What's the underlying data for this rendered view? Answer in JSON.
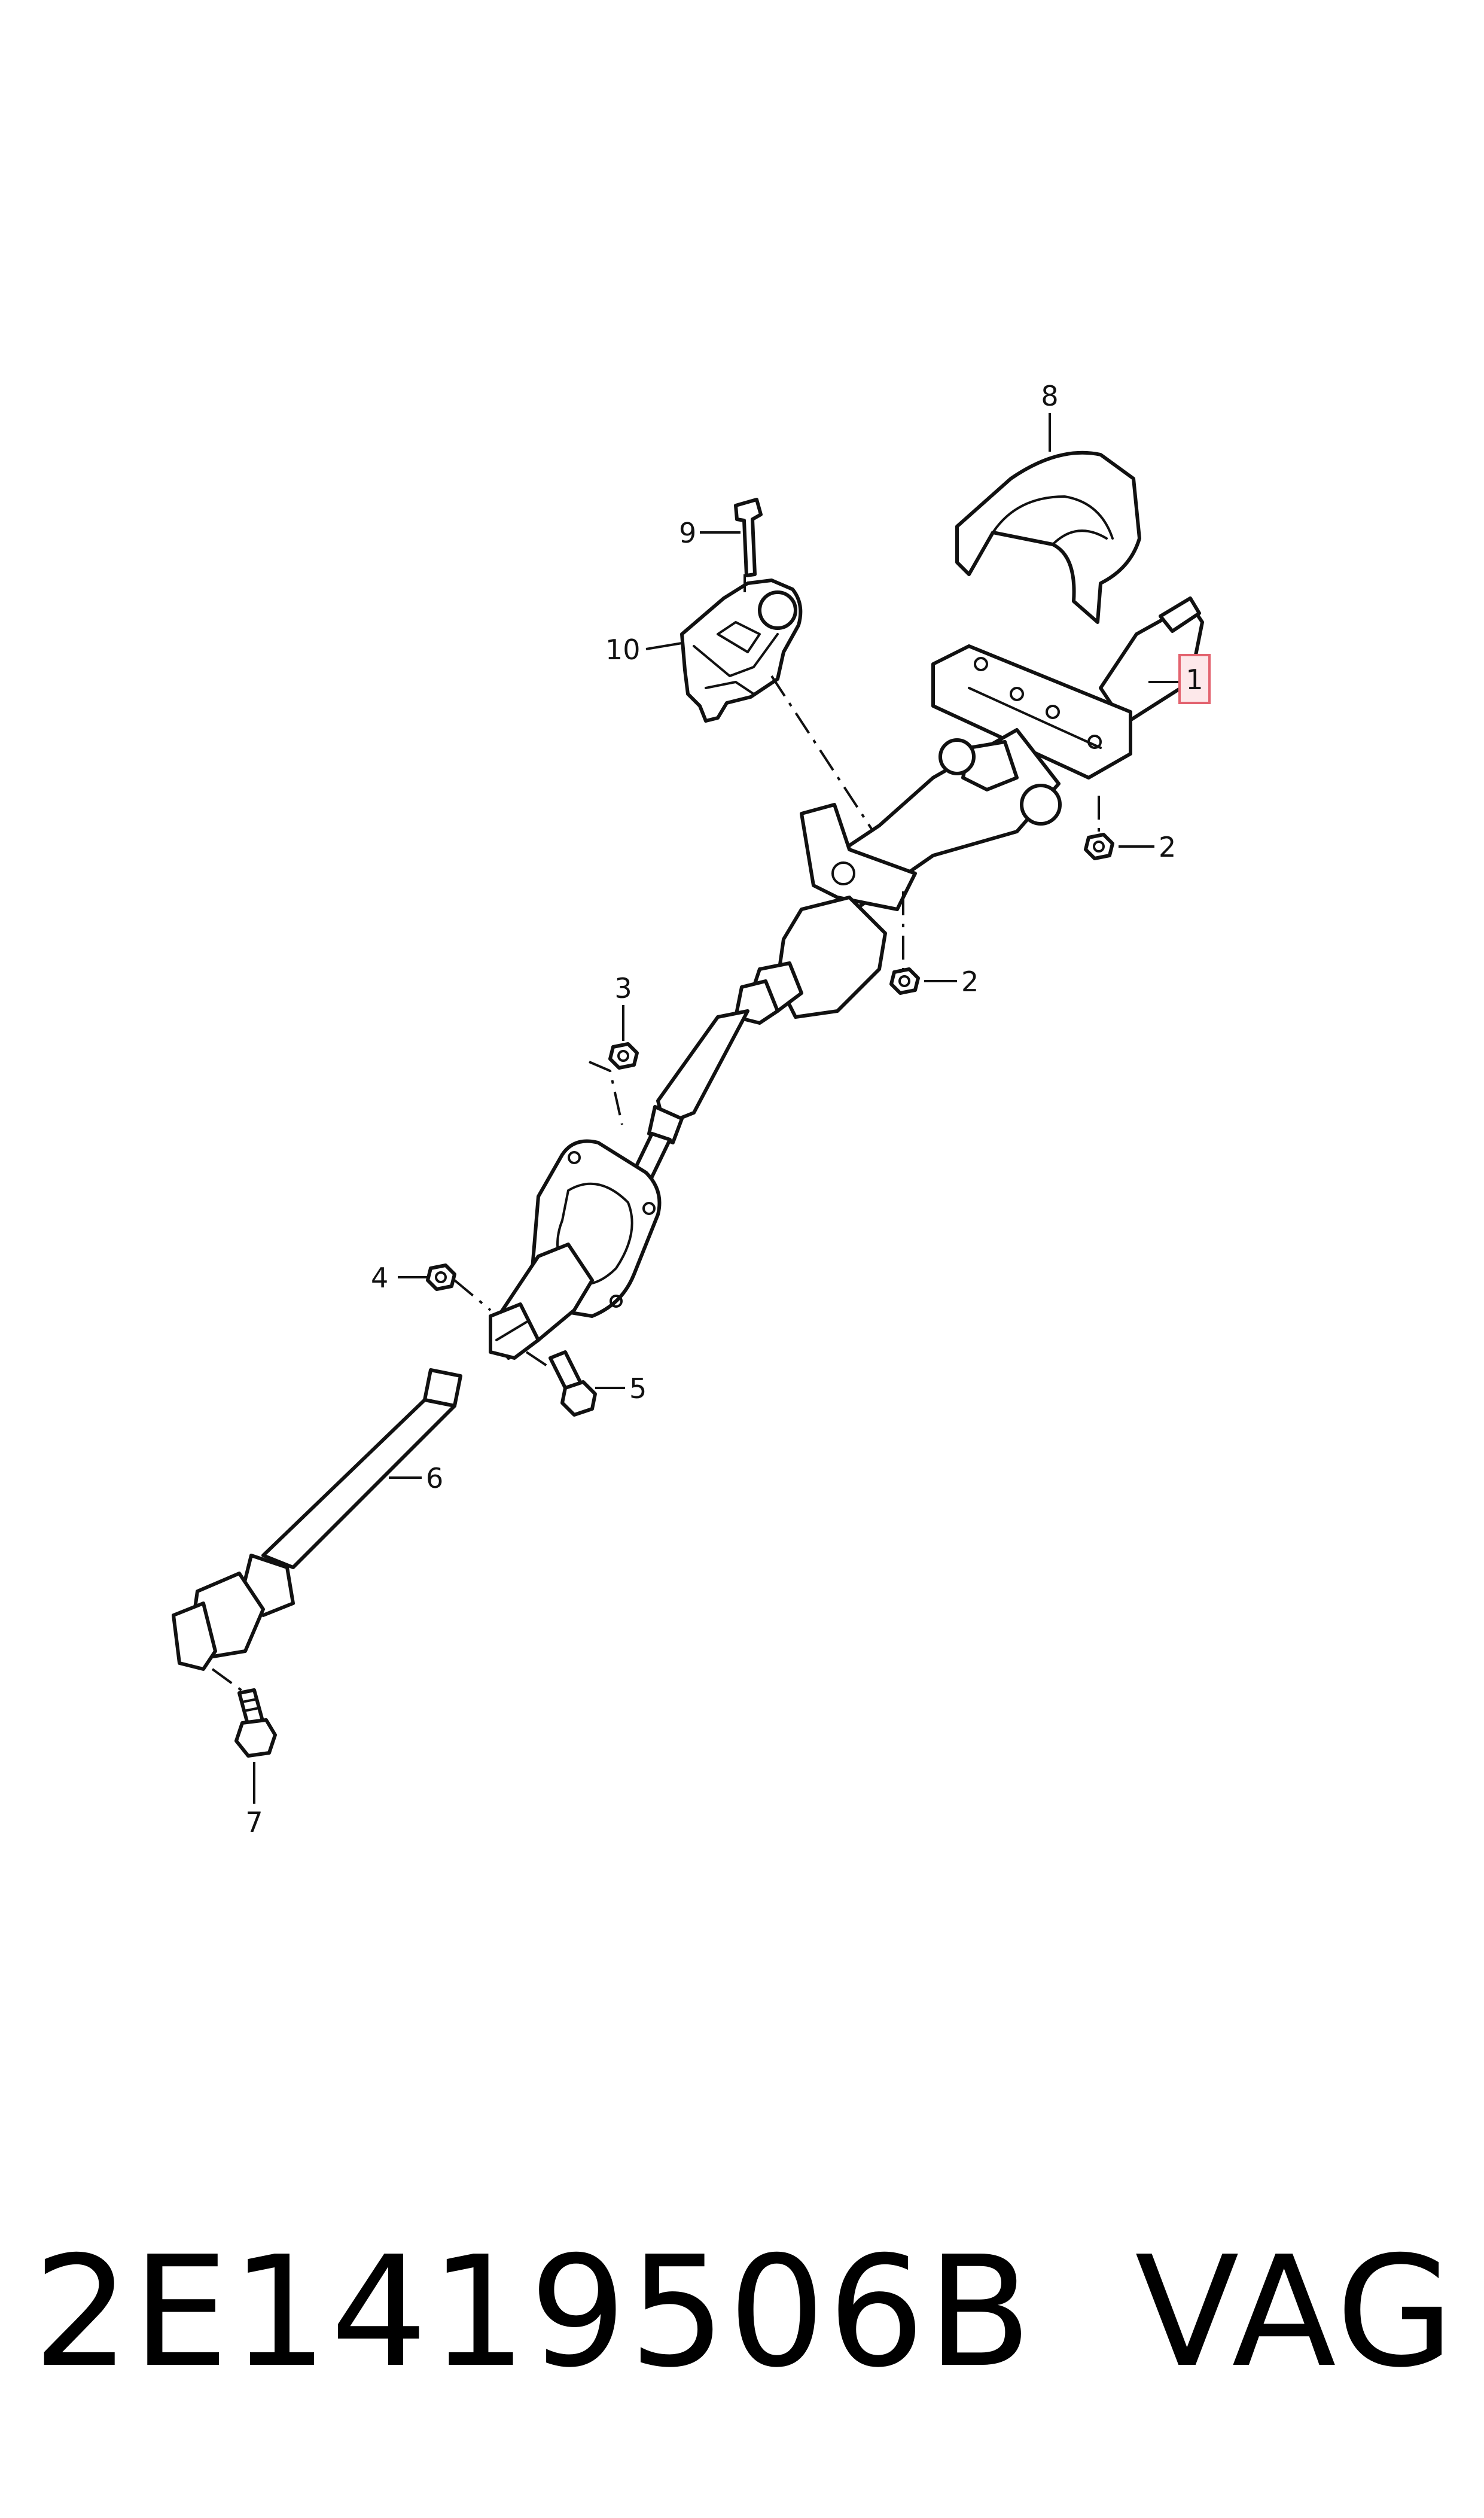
{
  "callouts": {
    "c1": "1",
    "c2a": "2",
    "c2b": "2",
    "c3": "3",
    "c4": "4",
    "c5": "5",
    "c6": "6",
    "c7": "7",
    "c8": "8",
    "c9": "9",
    "c10": "10"
  },
  "caption": {
    "part_number": "2E1419506B",
    "brand": "VAG"
  },
  "colors": {
    "highlight_fill": "#fde8ea",
    "highlight_border": "#e3636f",
    "line": "#111111"
  }
}
